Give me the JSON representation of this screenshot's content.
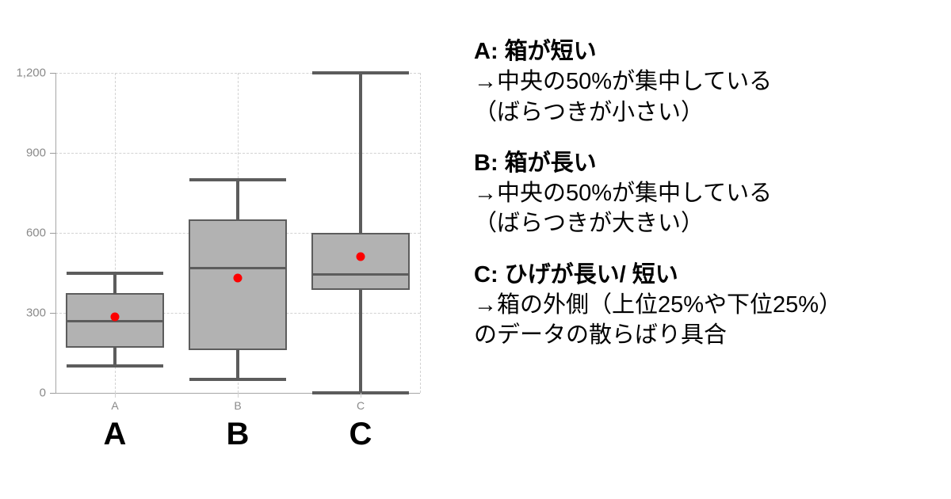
{
  "chart_data": {
    "type": "box",
    "title": "",
    "xlabel": "",
    "ylabel": "",
    "ylim": [
      0,
      1200
    ],
    "yticks": [
      0,
      300,
      600,
      900,
      1200
    ],
    "ytick_labels": [
      "0",
      "300",
      "600",
      "900",
      "1,200"
    ],
    "categories": [
      "A",
      "B",
      "C"
    ],
    "category_labels_large": [
      "A",
      "B",
      "C"
    ],
    "grid": true,
    "legend": "none",
    "colors": {
      "box_fill": "#b2b2b2",
      "box_border": "#5c5c5c",
      "whisker": "#5c5c5c",
      "median": "#5c5c5c",
      "mean_marker": "#fc0000",
      "gridline": "#d2d2d2",
      "axis": "#a6a6a6",
      "tick_text": "#8a8a8a"
    },
    "boxes": [
      {
        "category": "A",
        "whisker_low": 100,
        "q1": 170,
        "median": 270,
        "q3": 375,
        "whisker_high": 450,
        "mean": 285
      },
      {
        "category": "B",
        "whisker_low": 50,
        "q1": 160,
        "median": 470,
        "q3": 650,
        "whisker_high": 800,
        "mean": 430
      },
      {
        "category": "C",
        "whisker_low": 0,
        "q1": 385,
        "median": 445,
        "q3": 600,
        "whisker_high": 1200,
        "mean": 510
      }
    ]
  },
  "notes": [
    {
      "heading": "A: 箱が短い",
      "lines": [
        "→中央の50%が集中している",
        "（ばらつきが小さい）"
      ]
    },
    {
      "heading": "B: 箱が長い",
      "lines": [
        "→中央の50%が集中している",
        "（ばらつきが大きい）"
      ]
    },
    {
      "heading": "C: ひげが長い/ 短い",
      "lines": [
        "→箱の外側（上位25%や下位25%）",
        "のデータの散らばり具合"
      ]
    }
  ]
}
